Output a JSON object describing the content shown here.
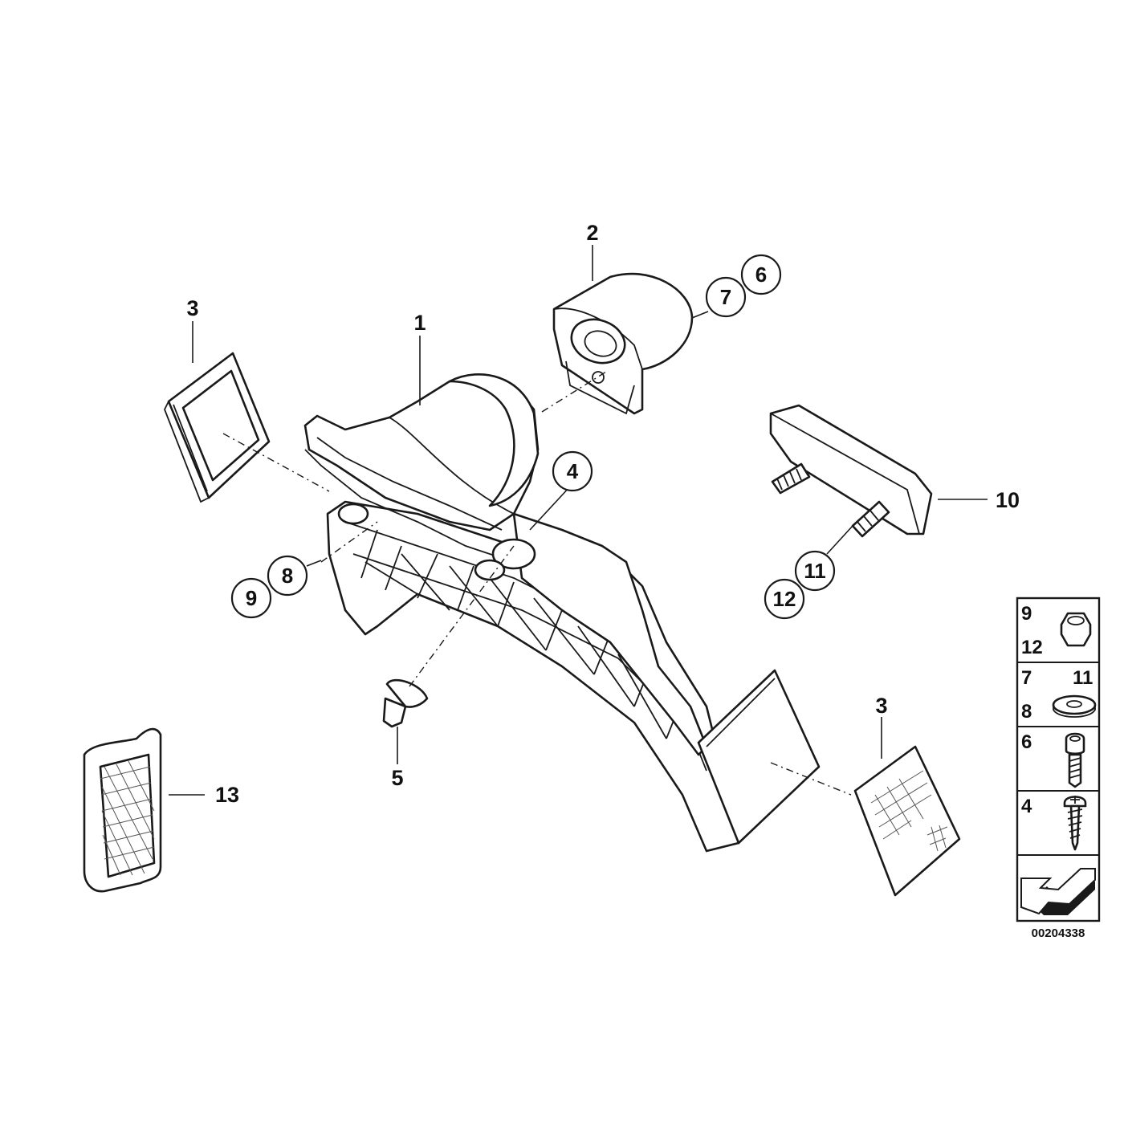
{
  "callouts": {
    "part_1": "1",
    "part_2": "2",
    "part_3_left": "3",
    "part_3_right": "3",
    "part_4": "4",
    "part_5": "5",
    "part_6": "6",
    "part_7": "7",
    "part_8": "8",
    "part_9": "9",
    "part_10": "10",
    "part_11": "11",
    "part_12": "12",
    "part_13": "13"
  },
  "legend": {
    "row1": [
      "9",
      "12"
    ],
    "row2": [
      "7",
      "11",
      "8"
    ],
    "row3": [
      "6"
    ],
    "row4": [
      "4"
    ]
  },
  "diagram_id": "00204338"
}
